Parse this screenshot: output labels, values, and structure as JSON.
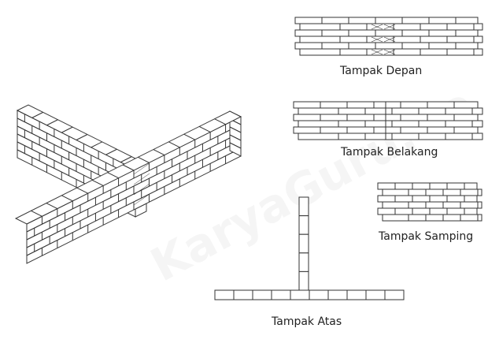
{
  "labels": {
    "front": "Tampak Depan",
    "back": "Tampak Belakang",
    "side": "Tampak Samping",
    "top": "Tampak Atas"
  },
  "watermark": "KaryaGuru.Co",
  "colors": {
    "line": "#333333",
    "fill": "#ffffff"
  }
}
